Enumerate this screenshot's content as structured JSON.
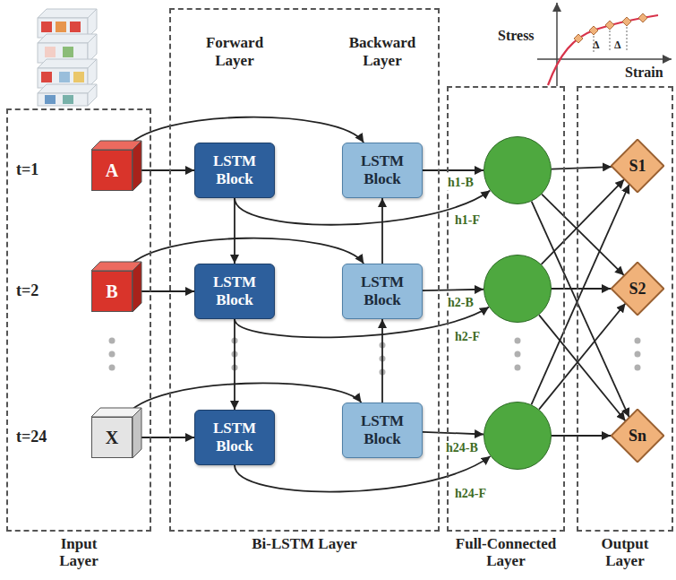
{
  "diagram": {
    "nodes": [
      {
        "text": [
          "Input Layer"
        ]
      },
      {
        "text": [
          "A"
        ],
        "in": 0
      },
      {
        "text": [
          "B"
        ],
        "in": 0
      },
      {
        "text": [
          "X"
        ],
        "in": 0
      },
      {
        "text": [
          "Bi-LSTM Layer"
        ]
      },
      {
        "text": [
          "LSTM Block"
        ],
        "in": 4
      },
      {
        "text": [
          "LSTM Block"
        ],
        "in": 4
      },
      {
        "text": [
          "LSTM Block"
        ],
        "in": 4
      },
      {
        "text": [
          "LSTM Block"
        ],
        "in": 4
      },
      {
        "text": [
          "LSTM Block"
        ],
        "in": 4
      },
      {
        "text": [
          "LSTM Block"
        ],
        "in": 4
      },
      {
        "text": [
          "Full-Connected Layer"
        ]
      },
      {
        "text": [],
        "in": 11
      },
      {
        "text": [],
        "in": 11
      },
      {
        "text": [],
        "in": 11
      },
      {
        "text": [
          "Output Layer"
        ]
      },
      {
        "text": [
          "S1"
        ],
        "in": 15
      },
      {
        "text": [
          "S2"
        ],
        "in": 15
      },
      {
        "text": [
          "Sn"
        ],
        "in": 15
      }
    ],
    "edges": [
      {
        "from": 1,
        "to": 5,
        "arrow": "to"
      },
      {
        "from": 1,
        "to": 6,
        "arrow": "to"
      },
      {
        "from": 2,
        "to": 7,
        "arrow": "to"
      },
      {
        "from": 2,
        "to": 8,
        "arrow": "to"
      },
      {
        "from": 3,
        "to": 9,
        "arrow": "to"
      },
      {
        "from": 3,
        "to": 10,
        "arrow": "to"
      },
      {
        "from": 5,
        "to": 7,
        "arrow": "to"
      },
      {
        "from": 7,
        "to": 9,
        "arrow": "to"
      },
      {
        "from": 10,
        "to": 8,
        "arrow": "to"
      },
      {
        "from": 8,
        "to": 6,
        "arrow": "to"
      },
      {
        "from": 5,
        "to": 12,
        "label": "h1-F",
        "arrow": "to"
      },
      {
        "from": 6,
        "to": 12,
        "label": "h1-B",
        "arrow": "to"
      },
      {
        "from": 7,
        "to": 13,
        "label": "h2-F",
        "arrow": "to"
      },
      {
        "from": 8,
        "to": 13,
        "label": "h2-B",
        "arrow": "to"
      },
      {
        "from": 9,
        "to": 14,
        "label": "h24-F",
        "arrow": "to"
      },
      {
        "from": 10,
        "to": 14,
        "label": "h24-B",
        "arrow": "to"
      },
      {
        "from": 12,
        "to": 16,
        "arrow": "to"
      },
      {
        "from": 12,
        "to": 17,
        "arrow": "to"
      },
      {
        "from": 12,
        "to": 18,
        "arrow": "to"
      },
      {
        "from": 13,
        "to": 16,
        "arrow": "to"
      },
      {
        "from": 13,
        "to": 17,
        "arrow": "to"
      },
      {
        "from": 13,
        "to": 18,
        "arrow": "to"
      },
      {
        "from": 14,
        "to": 16,
        "arrow": "to"
      },
      {
        "from": 14,
        "to": 17,
        "arrow": "to"
      },
      {
        "from": 14,
        "to": 18,
        "arrow": "to"
      }
    ],
    "labels": [
      "t=1",
      "t=2",
      "t=24",
      "Forward Layer",
      "Backward Layer",
      "Stress",
      "Strain",
      "Δ",
      "Δ"
    ]
  }
}
